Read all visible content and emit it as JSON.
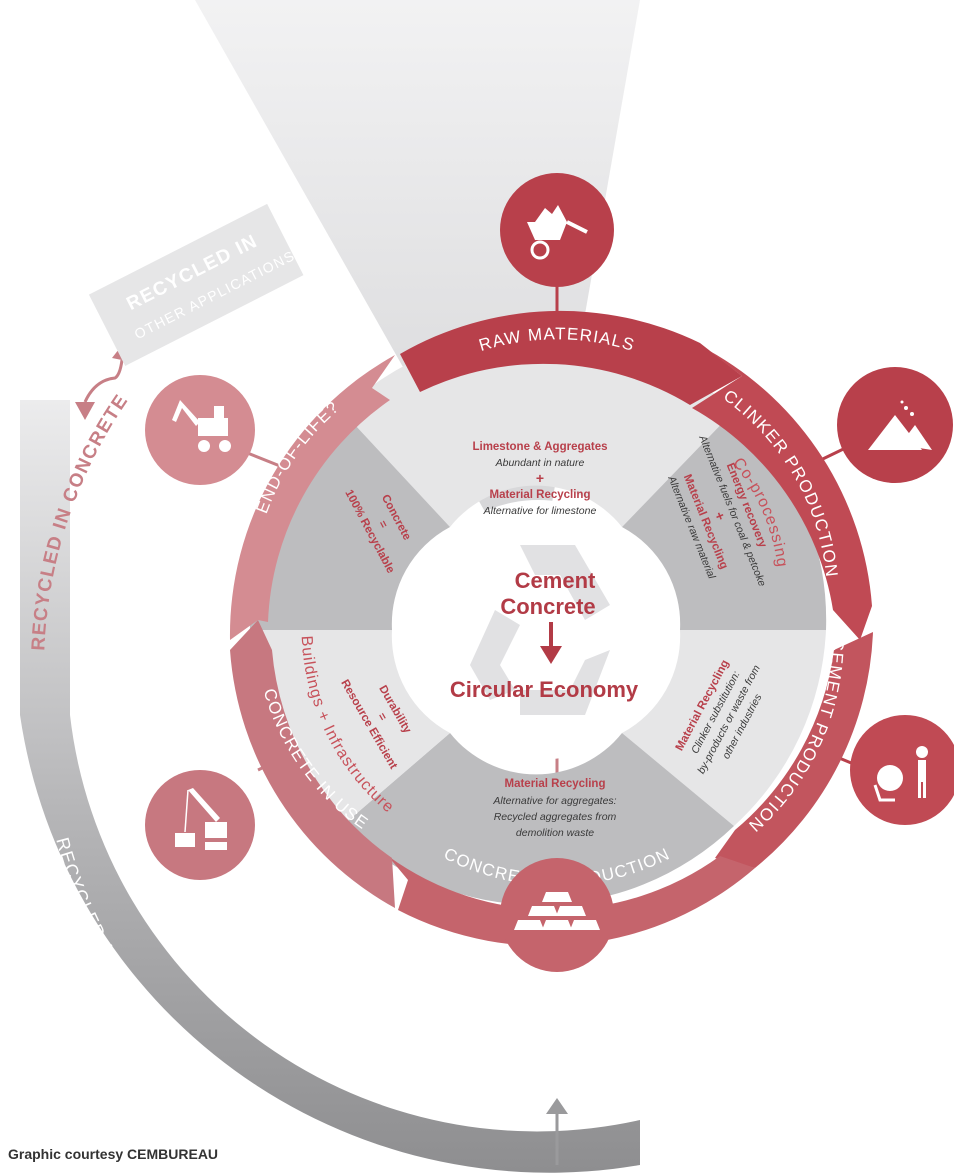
{
  "ring": {
    "raw_materials": "RAW MATERIALS",
    "clinker_production": "CLINKER PRODUCTION",
    "cement_production": "CEMENT PRODUCTION",
    "concrete_production": "CONCRETE PRODUCTION",
    "concrete_in_use": "CONCRETE IN USE",
    "end_of_life": "END-OF-LIFE?"
  },
  "accents": {
    "co_processing": "Co-processing",
    "buildings_infrastructure": "Buildings + Infrastructure"
  },
  "outer": {
    "recycled_in_concrete": "RECYCLED IN CONCRETE",
    "recycled_in_line1": "RECYCLED IN",
    "recycled_in_line2": "OTHER APPLICATIONS",
    "recycled_aggregates": "RECYCLED AGGREGATES"
  },
  "wedges": {
    "raw": {
      "head1": "Limestone & Aggregates",
      "sub1": "Abundant in nature",
      "plus": "+",
      "head2": "Material Recycling",
      "sub2": "Alternative for limestone"
    },
    "clinker": {
      "head1": "Energy recovery",
      "sub1": "Alternative fuels for coal & petcoke",
      "plus": "+",
      "head2": "Material Recycling",
      "sub2": "Alternative raw material"
    },
    "cement": {
      "head": "Material Recycling",
      "sub1": "Clinker substitution:",
      "sub2": "by-products or waste from",
      "sub3": "other industries"
    },
    "concrete_prod": {
      "head": "Material Recycling",
      "sub1": "Alternative for aggregates:",
      "sub2": "Recycled aggregates from",
      "sub3": "demolition waste"
    },
    "in_use": {
      "head1": "Durability",
      "eq": "=",
      "head2": "Resource Efficient"
    },
    "eol": {
      "head1": "Concrete",
      "eq": "=",
      "head2": "100% Recyclable"
    }
  },
  "hub": {
    "line1": "Cement",
    "line2": "Concrete",
    "line3": "Circular Economy"
  },
  "icons": {
    "raw": "wheelbarrow-icon",
    "clinker": "powder-pile-icon",
    "cement": "worker-with-mixer-icon",
    "concrete": "stacked-blocks-icon",
    "in_use": "crane-icon",
    "eol": "excavator-icon"
  },
  "colors": {
    "dark_red": "#b8404b",
    "mid_red": "#c2555e",
    "light_red": "#d48c92",
    "pale_red": "#e8c0c3",
    "grey_band": "#9a9a9c",
    "light_grey": "#e4e4e5",
    "mid_grey": "#bdbdbf"
  },
  "credit": "Graphic courtesy CEMBUREAU"
}
